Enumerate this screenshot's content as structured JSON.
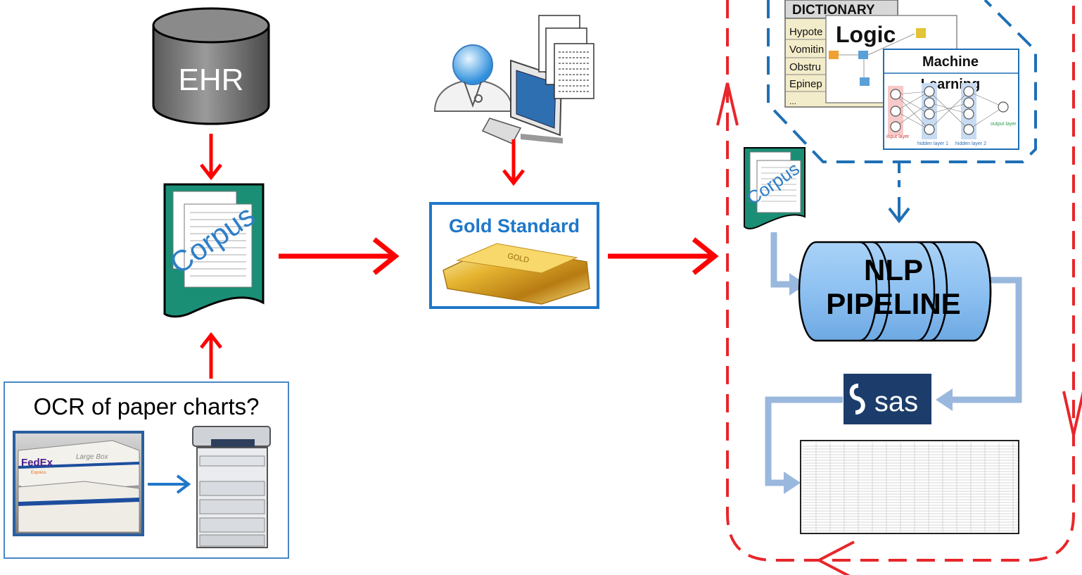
{
  "ehr": {
    "label": "EHR"
  },
  "corpus": {
    "label": "Corpus"
  },
  "ocr": {
    "title": "OCR of paper charts?",
    "box_brand": "FedEx",
    "box_sub": "Express",
    "box_label": "Large Box"
  },
  "gold_standard": {
    "title": "Gold Standard",
    "bar_text": "GOLD"
  },
  "dictionary": {
    "header": "DICTIONARY",
    "rows": [
      "Hypote",
      "Vomitin",
      "Obstru",
      "Epinep",
      "..."
    ]
  },
  "logic": {
    "title": "Logic"
  },
  "machine_learning": {
    "title_line1": "Machine",
    "title_line2": "Learning",
    "input_label": "input layer",
    "hidden1_label": "hidden layer 1",
    "hidden2_label": "hidden layer 2",
    "output_label": "output layer"
  },
  "pipeline": {
    "line1": "NLP",
    "line2": "PIPELINE"
  },
  "sas": {
    "label": "sas"
  },
  "colors": {
    "red_arrow": "#ff0000",
    "blue_arrow": "#1f77c9",
    "loop_red": "#e8262b",
    "dash_blue": "#1f6fb5",
    "light_blue_arrow": "#9ab8dd",
    "pipeline_fill": "#8ec1f1",
    "gold_border": "#1f77c9",
    "sas_bg": "#1c3d6b",
    "corpus_fill": "#1a8f76"
  }
}
